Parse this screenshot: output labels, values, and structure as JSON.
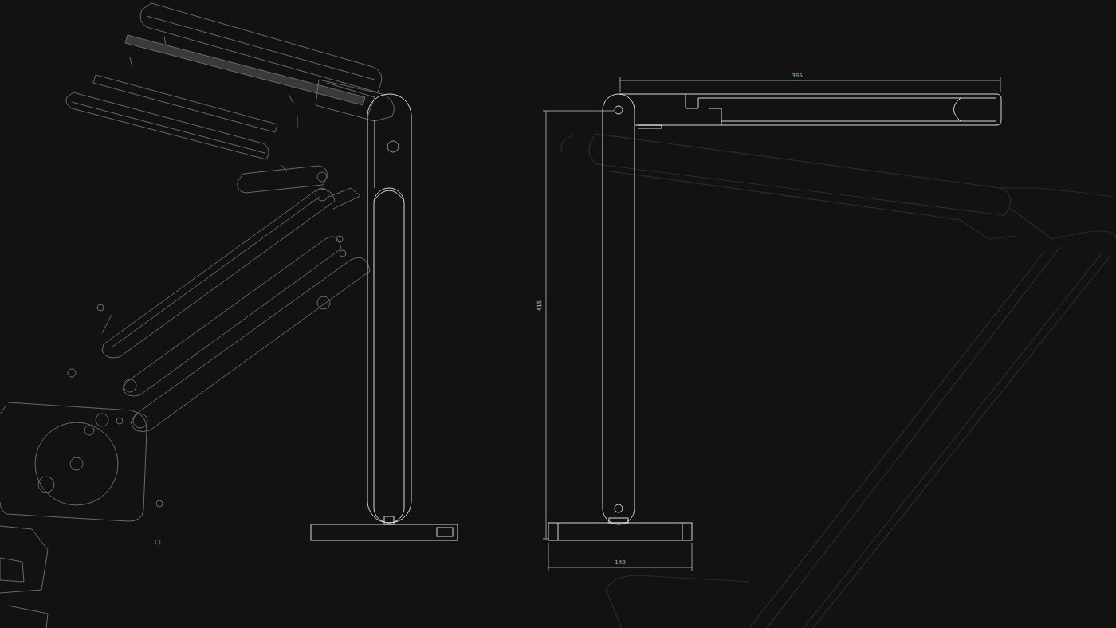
{
  "diagram": {
    "labels": [
      "365",
      "415",
      "140"
    ]
  }
}
